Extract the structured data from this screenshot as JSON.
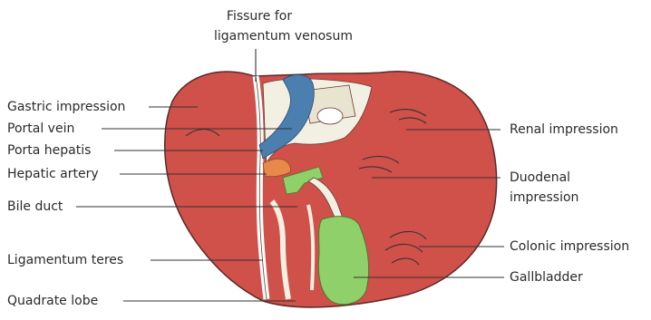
{
  "diagram": {
    "labels": {
      "fissure_line1": "Fissure for",
      "fissure_line2": "ligamentum venosum",
      "gastric_impression": "Gastric impression",
      "portal_vein": "Portal vein",
      "porta_hepatis": "Porta hepatis",
      "hepatic_artery": "Hepatic artery",
      "bile_duct": "Bile duct",
      "ligamentum_teres": "Ligamentum teres",
      "quadrate_lobe": "Quadrate lobe",
      "renal_impression": "Renal impression",
      "duodenal_line1": "Duodenal",
      "duodenal_line2": "impression",
      "colonic_impression": "Colonic impression",
      "gallbladder": "Gallbladder"
    },
    "colors": {
      "liver": "#d0504a",
      "liver_outline": "#5a2a28",
      "portal_vein": "#4a7fb0",
      "hepatic_artery": "#e8884a",
      "bile_duct": "#8fd06a",
      "gallbladder": "#8fd06a",
      "ivc": "#e8e4d0",
      "porta_area": "#f2f0e2"
    }
  }
}
